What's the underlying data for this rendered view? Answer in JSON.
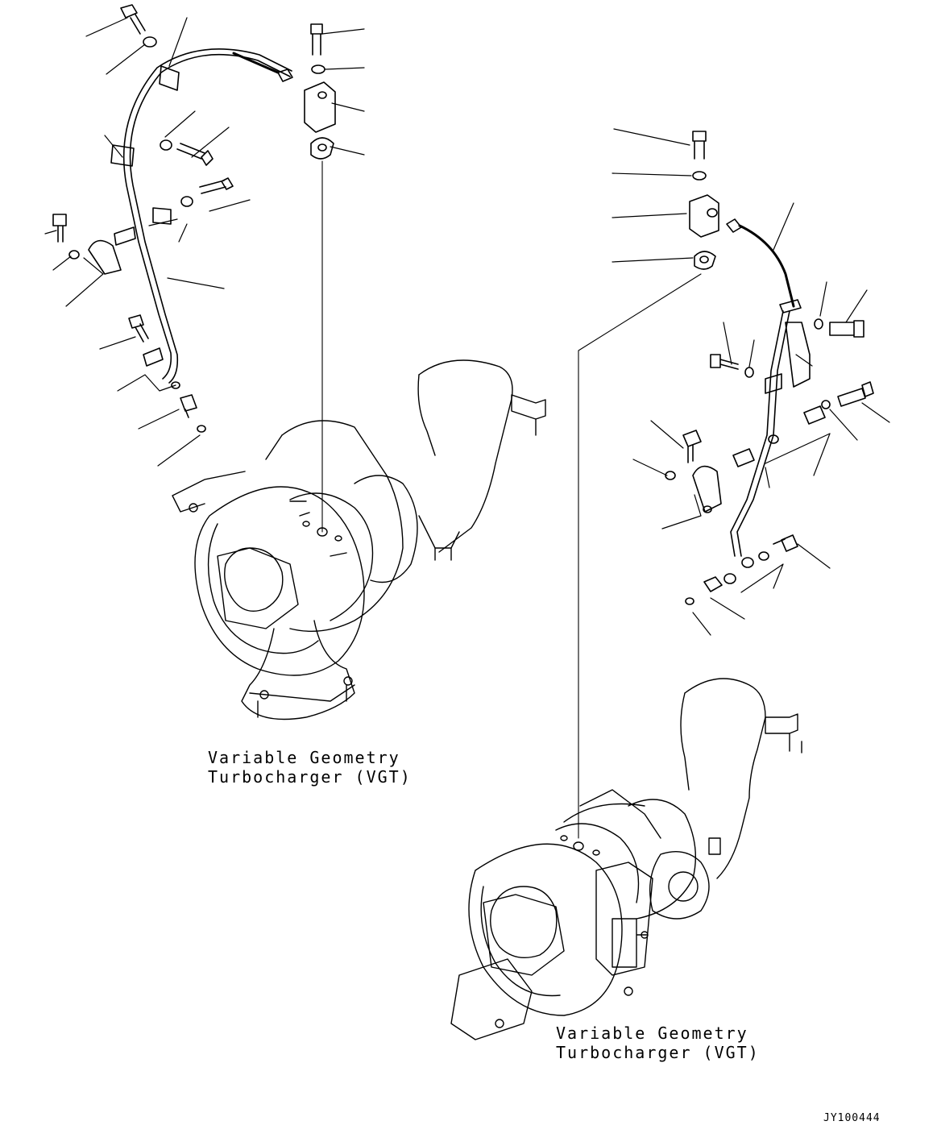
{
  "diagram": {
    "left_caption": {
      "line1": "Variable Geometry",
      "line2": "Turbocharger (VGT)"
    },
    "right_caption": {
      "line1": "Variable Geometry",
      "line2": "Turbocharger (VGT)"
    },
    "drawing_code": "JY100444"
  }
}
